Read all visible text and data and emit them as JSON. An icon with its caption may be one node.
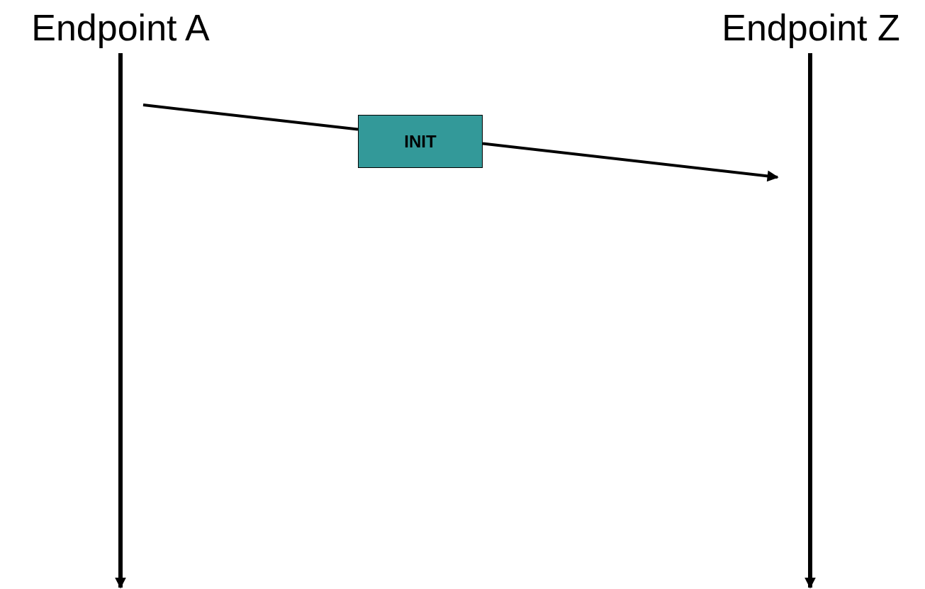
{
  "diagram": {
    "nodes": [
      {
        "text": [
          "Endpoint A"
        ]
      },
      {
        "text": [
          "Endpoint Z"
        ]
      },
      {
        "text": [
          "INIT"
        ]
      }
    ],
    "edges": [
      {
        "from": null,
        "to": 2,
        "arrow": "none"
      },
      {
        "from": 2,
        "to": null,
        "arrow": "to"
      }
    ]
  }
}
